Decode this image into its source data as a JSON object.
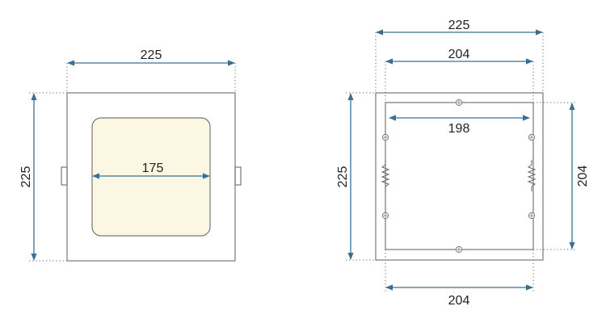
{
  "colors": {
    "dimension_line": "#3a6f95",
    "outline": "#777777",
    "light_panel": "#fcf7e2",
    "text": "#222222"
  },
  "front_view": {
    "width_label": "225",
    "height_label": "225",
    "panel_label": "175"
  },
  "back_view": {
    "outer_width_label": "225",
    "inner_width_label_top": "204",
    "inner_span_label": "198",
    "outer_height_label": "225",
    "inner_height_label": "204",
    "bottom_width_label": "204"
  }
}
